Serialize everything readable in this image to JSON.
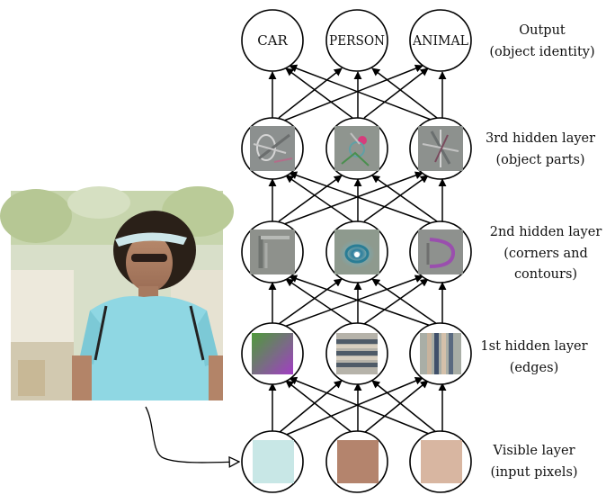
{
  "layers": [
    {
      "id": "output",
      "lines": [
        "Output",
        "(object identity)"
      ],
      "nodes": [
        "CAR",
        "PERSON",
        "ANIMAL"
      ]
    },
    {
      "id": "hidden3",
      "lines": [
        "3rd hidden layer",
        "(object parts)"
      ]
    },
    {
      "id": "hidden2",
      "lines": [
        "2nd hidden layer",
        "(corners and",
        "contours)"
      ]
    },
    {
      "id": "hidden1",
      "lines": [
        "1st hidden layer",
        "(edges)"
      ]
    },
    {
      "id": "visible",
      "lines": [
        "Visible layer",
        "(input pixels)"
      ]
    }
  ],
  "input_pixel_colors": [
    "#c8e7e6",
    "#b4846d",
    "#d8b6a1"
  ],
  "colors": {
    "stroke": "#000000",
    "background": "#ffffff"
  }
}
